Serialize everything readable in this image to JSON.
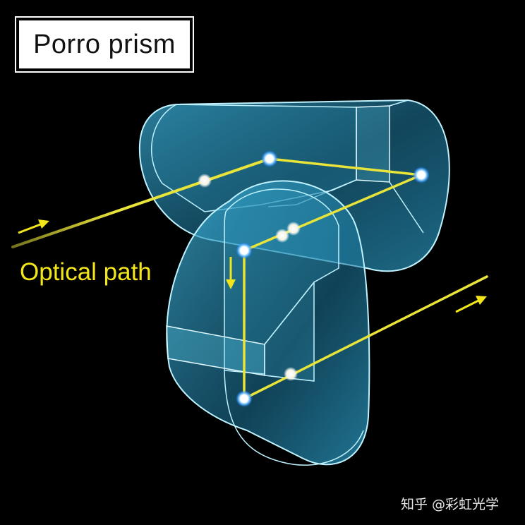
{
  "title": "Porro prism",
  "label": "Optical path",
  "watermark": "知乎 @彩虹光学",
  "colors": {
    "background": "#000000",
    "glass_fill": "#2a93b8",
    "glass_edge": "#bff2ff",
    "beam": "#e9e43a",
    "label_text": "#f2e61a"
  }
}
